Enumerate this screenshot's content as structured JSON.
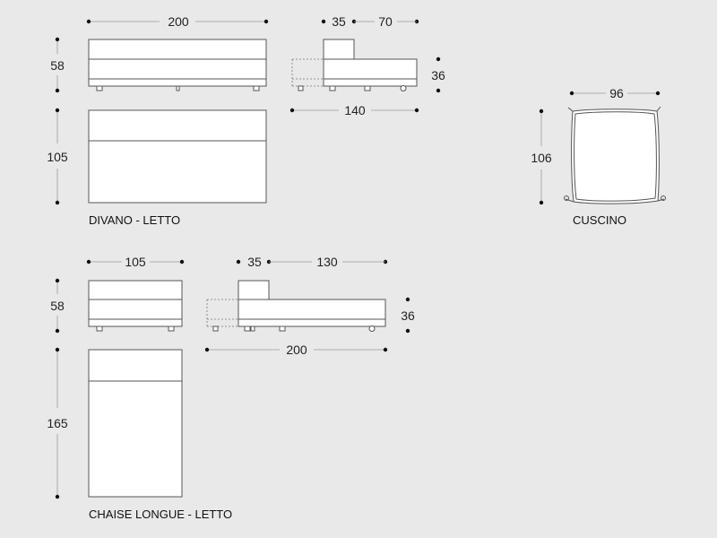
{
  "sections": {
    "divano_letto": {
      "caption": "DIVANO - LETTO",
      "dims": {
        "width": "200",
        "height": "58",
        "depth": "105",
        "armrest": "35",
        "seat_depth": "70",
        "seat_height": "36",
        "open_depth": "140"
      }
    },
    "cuscino": {
      "caption": "CUSCINO",
      "dims": {
        "width": "96",
        "height": "106"
      }
    },
    "chaise_longue_letto": {
      "caption": "CHAISE LONGUE - LETTO",
      "dims": {
        "width": "105",
        "height": "58",
        "depth": "165",
        "armrest": "35",
        "seat_depth": "130",
        "seat_height": "36",
        "open_depth": "200"
      }
    }
  },
  "colors": {
    "background": "#e9e9e9",
    "line": "#555555",
    "fill": "#ffffff",
    "text": "#222222"
  }
}
